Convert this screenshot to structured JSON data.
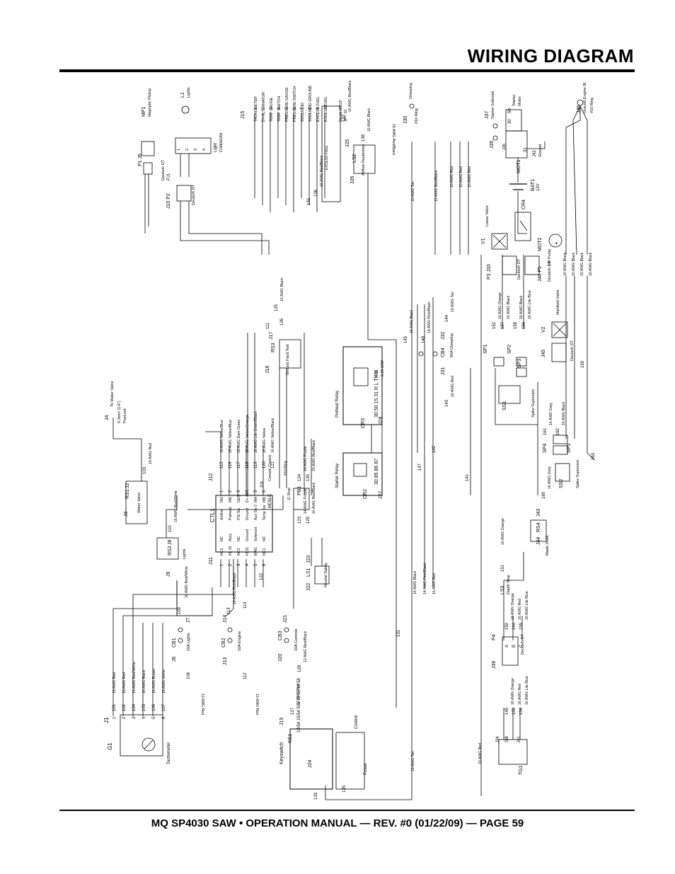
{
  "page": {
    "title": "WIRING DIAGRAM",
    "footer": "MQ SP4030 SAW • OPERATION MANUAL — REV. #0 (01/22/09) — PAGE 59"
  },
  "diagram": {
    "orientation": "rotated 90° counter-clockwise",
    "components": [
      {
        "id": "G1",
        "label": "G1",
        "sub": "Tachometer"
      },
      {
        "id": "J1",
        "label": "J1"
      },
      {
        "id": "J2",
        "label": "J2"
      },
      {
        "id": "J3",
        "label": "J3"
      },
      {
        "id": "RS1",
        "label": "RS1",
        "sub": "Water Valve"
      },
      {
        "id": "J4",
        "label": "J4",
        "sub": "To Water Valve"
      },
      {
        "id": "J4pl",
        "label": "6.3mm (1/4\")",
        "sub": "PosLock"
      },
      {
        "id": "MP1",
        "label": "MP1",
        "sub": "Magnetic Pickup"
      },
      {
        "id": "P1J5",
        "label": "P1  J5"
      },
      {
        "id": "DDT1",
        "label": "Deutsch DT"
      },
      {
        "id": "PJ1",
        "label": "PJ1"
      },
      {
        "id": "L1",
        "label": "L1",
        "sub": "Lights"
      },
      {
        "id": "LC",
        "label": "Light",
        "sub": "Connector"
      },
      {
        "id": "J10P2",
        "label": "J10  P2"
      },
      {
        "id": "DDT2",
        "label": "Deutsch DT"
      },
      {
        "id": "J15",
        "label": "J15"
      },
      {
        "id": "J30",
        "label": "J30",
        "sub": "Glowplug"
      },
      {
        "id": "RING1",
        "label": "#10 Ring"
      },
      {
        "id": "DEUTZ",
        "label": "Deutz 2011F",
        "sub": "JPT 10"
      },
      {
        "id": "J25",
        "label": "J25"
      },
      {
        "id": "LS2",
        "label": "LS2",
        "sub": "Airflow Restriction"
      },
      {
        "id": "J26",
        "label": "J26"
      },
      {
        "id": "J37",
        "label": "J37",
        "sub": "Starter Solenoid"
      },
      {
        "id": "SM",
        "label": "Starter",
        "sub": "Motor"
      },
      {
        "id": "J46",
        "label": "J46",
        "sub": "Ground Engine Bl"
      },
      {
        "id": "RING2",
        "label": "#10 Ring"
      },
      {
        "id": "J35",
        "label": "J35"
      },
      {
        "id": "J36",
        "label": "J36"
      },
      {
        "id": "MOT1",
        "label": "MOT1"
      },
      {
        "id": "J42",
        "label": "J42",
        "sub": "Ground"
      },
      {
        "id": "BAT1",
        "label": "BAT1",
        "sub": "12V"
      },
      {
        "id": "CR4",
        "label": "CR4"
      },
      {
        "id": "V1",
        "label": "V1",
        "sub": "Lower Valve"
      },
      {
        "id": "MOT2",
        "label": "MOT2",
        "sub": "Lift Pump"
      },
      {
        "id": "P3J33",
        "label": "P3  J33"
      },
      {
        "id": "J40P5",
        "label": "J40  P5"
      },
      {
        "id": "DDT3",
        "label": "Deutsch DT"
      },
      {
        "id": "DDT4",
        "label": "Deutsch DT"
      },
      {
        "id": "J9",
        "label": "J9"
      },
      {
        "id": "RS2",
        "label": "RS2",
        "sub": "Lights"
      },
      {
        "id": "J8",
        "label": "J8"
      },
      {
        "id": "J11",
        "label": "J11"
      },
      {
        "id": "CTL1",
        "label": "CTL1",
        "sub": "MC6LC"
      },
      {
        "id": "J12",
        "label": "J12"
      },
      {
        "id": "J16",
        "label": "J16",
        "sub": "Console Chassis"
      },
      {
        "id": "PB1",
        "label": "PB1",
        "sub": "E-Stop"
      },
      {
        "id": "J18",
        "label": "J18"
      },
      {
        "id": "RS3",
        "label": "RS3",
        "sub": "Ground Fault Test"
      },
      {
        "id": "J17",
        "label": "J17"
      },
      {
        "id": "CR3",
        "label": "CR3",
        "sub": "Preheat Relay"
      },
      {
        "id": "J28",
        "label": "J28"
      },
      {
        "id": "R1",
        "label": "R1",
        "sub": "2.2k 10W"
      },
      {
        "id": "CB4",
        "label": "CB4",
        "sub": "60A Glowplug"
      },
      {
        "id": "J31",
        "label": "J31"
      },
      {
        "id": "J32",
        "label": "J32"
      },
      {
        "id": "CR2",
        "label": "CR2",
        "sub": "Starter Relay"
      },
      {
        "id": "J27",
        "label": "J27"
      },
      {
        "id": "SP1",
        "label": "SP1"
      },
      {
        "id": "SP2",
        "label": "SP2"
      },
      {
        "id": "SP3",
        "label": "SP3"
      },
      {
        "id": "SS1",
        "label": "SS1",
        "sub": "Spike Supressor"
      },
      {
        "id": "V2",
        "label": "V2",
        "sub": "Manifold Valve"
      },
      {
        "id": "J45",
        "label": "J45"
      },
      {
        "id": "DDT5",
        "label": "Deutsch DT"
      },
      {
        "id": "SP4",
        "label": "SP4"
      },
      {
        "id": "SP5",
        "label": "SP5"
      },
      {
        "id": "SS2",
        "label": "SS2",
        "sub": "Spike Supressor"
      },
      {
        "id": "J43",
        "label": "J43"
      },
      {
        "id": "RS4",
        "label": "RS4",
        "sub": "Blade Shaft"
      },
      {
        "id": "J44",
        "label": "J44"
      },
      {
        "id": "J6",
        "label": "J6"
      },
      {
        "id": "CB1",
        "label": "CB1",
        "sub": "10A Lights"
      },
      {
        "id": "J7",
        "label": "J7"
      },
      {
        "id": "J13",
        "label": "J13"
      },
      {
        "id": "CB2",
        "label": "CB2",
        "sub": "10A Engine"
      },
      {
        "id": "J14",
        "label": "J14"
      },
      {
        "id": "J20",
        "label": "J20"
      },
      {
        "id": "CB3",
        "label": "CB3",
        "sub": "10A Controls"
      },
      {
        "id": "J21",
        "label": "J21"
      },
      {
        "id": "J22",
        "label": "J22"
      },
      {
        "id": "LS1",
        "label": "LS1",
        "sub": "Neutral Safety"
      },
      {
        "id": "J23",
        "label": "J23"
      },
      {
        "id": "LS3",
        "label": "LS3",
        "sub": "Depth Stop"
      },
      {
        "id": "J19",
        "label": "J19"
      },
      {
        "id": "KS1",
        "label": "KS1",
        "sub": "Keyswitch"
      },
      {
        "id": "J24",
        "label": "J24"
      },
      {
        "id": "TG1",
        "label": "TG1"
      },
      {
        "id": "J34",
        "label": "J34"
      },
      {
        "id": "J38",
        "label": "J38"
      },
      {
        "id": "J41",
        "label": "J41"
      },
      {
        "id": "J39",
        "label": "J39"
      },
      {
        "id": "P4",
        "label": "P4",
        "sub": "Deutsch DT"
      }
    ],
    "ctl1_left_pins": [
      {
        "n": "1",
        "sig": "NC3"
      },
      {
        "n": "2",
        "sig": "KL 15"
      },
      {
        "n": "3",
        "sig": "NC2"
      },
      {
        "n": "4",
        "sig": "KL31"
      },
      {
        "n": "5",
        "sig": "MAG"
      },
      {
        "n": "6",
        "sig": "NC1"
      }
    ],
    "ctl1_right_pins": [
      {
        "n": "1",
        "sig": "IN2",
        "fn": "Airflow"
      },
      {
        "n": "2",
        "sig": "IN6",
        "fn": "Preheat"
      },
      {
        "n": "3",
        "sig": "GEN",
        "fn": "PSI Sw"
      },
      {
        "n": "4",
        "sig": "D+ All",
        "fn": "Ground"
      },
      {
        "n": "5",
        "sig": "IN4",
        "fn": "Aux Sw 2"
      },
      {
        "n": "6",
        "sig": "IN5",
        "fn": "Temp Sw"
      }
    ],
    "ctl1_mid": [
      "NC",
      "Accy",
      "NC",
      "Ground",
      "Solenoid",
      "NC"
    ],
    "j15_pins": [
      {
        "n": "1",
        "label": "TACHOMETER"
      },
      {
        "n": "2",
        "label": "D+ ALTERNATOR"
      },
      {
        "n": "3",
        "label": "TEMP GAUGE"
      },
      {
        "n": "4",
        "label": "TEMP SWITCH"
      },
      {
        "n": "5",
        "label": "PRESSURE GAUGE"
      },
      {
        "n": "6",
        "label": "PRESSURE SWITCH"
      },
      {
        "n": "7",
        "label": "SOLENOID"
      },
      {
        "n": "8",
        "label": "SOLENOID GROUND"
      },
      {
        "n": "9",
        "label": "EXCESS FUEL"
      },
      {
        "n": "10",
        "label": "EXCESS FUEL"
      }
    ],
    "wires": [
      {
        "id": "101",
        "gauge": "16 AWG Red"
      },
      {
        "id": "102",
        "gauge": "16 AWG Red"
      },
      {
        "id": "104",
        "gauge": "16 AWG Red/White"
      },
      {
        "id": "105",
        "gauge": "16 AWG Black"
      },
      {
        "id": "106",
        "gauge": "16 AWG Brown"
      },
      {
        "id": "107",
        "gauge": "16 AWG White"
      },
      {
        "id": "103",
        "gauge": "16 AWG Red"
      },
      {
        "id": "110",
        "gauge": "16 AWG Red/White"
      },
      {
        "id": "109",
        "gauge": "16 AWG Red/White"
      },
      {
        "id": "113",
        "gauge": "14 AWG Pink/Black"
      },
      {
        "id": "108",
        "gauge": "12 AWG Red"
      },
      {
        "id": "112",
        "gauge": "12 AWG Red"
      },
      {
        "id": "127",
        "gauge": "12 AWG Red"
      },
      {
        "id": "128",
        "gauge": "12 AWG Red/Black"
      },
      {
        "id": "115",
        "gauge": "16 AWG Yellow/Blue"
      },
      {
        "id": "116",
        "gauge": "16 AWG Yellow/Blue"
      },
      {
        "id": "117",
        "gauge": "16 AWG Dark Green"
      },
      {
        "id": "118",
        "gauge": "16 AWG Yellow/Orange"
      },
      {
        "id": "119",
        "gauge": "16 AWG Lite Green/Black"
      },
      {
        "id": "120",
        "gauge": "16 AWG Yellow"
      },
      {
        "id": "121",
        "gauge": "16 AWG Yellow/Black"
      },
      {
        "id": "124",
        "gauge": "14 AWG Purple"
      },
      {
        "id": "130",
        "gauge": "16 AWG Red/Black"
      },
      {
        "id": "123",
        "gauge": "14 AWG Purple"
      },
      {
        "id": "129",
        "gauge": "16 AWG Red/Black"
      },
      {
        "id": "125",
        "gauge": "16 AWG Black"
      },
      {
        "id": "136",
        "gauge": "16 AWG Red/Black"
      },
      {
        "id": "138",
        "gauge": "16 AWG Black"
      },
      {
        "id": "137",
        "gauge": "16 AWG Red/Black"
      },
      {
        "id": "144",
        "gauge": "10 AWG Tan"
      },
      {
        "id": "145",
        "gauge": "16 AWG Black"
      },
      {
        "id": "148",
        "gauge": "14 AWG Pink/Black"
      },
      {
        "id": "143",
        "gauge": "10 AWG Red"
      },
      {
        "id": "152",
        "gauge": "16 AWG Orange"
      },
      {
        "id": "157",
        "gauge": "16 AWG Black"
      },
      {
        "id": "158",
        "gauge": "16 AWG Black"
      },
      {
        "id": "156",
        "gauge": "16 AWG Lite Blue"
      },
      {
        "id": "161",
        "gauge": "16 AWG Grey"
      },
      {
        "id": "162",
        "gauge": "16 AWG Black"
      },
      {
        "id": "160",
        "gauge": "16 AWG Grey"
      },
      {
        "id": "150",
        "gauge": "16 AWG Orange"
      },
      {
        "id": "140",
        "gauge": "16 AWG Red"
      },
      {
        "id": "155",
        "gauge": "16 AWG Lite Blue"
      },
      {
        "id": "149",
        "gauge": "16 AWG Orange"
      },
      {
        "id": "153",
        "gauge": "16 AWG Red"
      },
      {
        "id": "154",
        "gauge": "16 AWG Lite Blue"
      }
    ],
    "misc_labels": {
      "relay_cr3_pins": "30 50 15 31 R L TK H",
      "relay_cr2_pins": "30 85 86 87",
      "ks1_pins": "15/54  15/54  50a  19  19  10  58",
      "control": "Control",
      "power": "Power",
      "wire_131": "131",
      "wire_141": "141",
      "wire_142": "142",
      "wire_147": "147",
      "wire_159": "159",
      "wire_163": "163",
      "wire_151": "151",
      "wire_122": "122",
      "wire_114": "114",
      "wire_111": "111",
      "wire_126": "126",
      "wire_132": "132",
      "wire_133": "133",
      "wire_135": "135",
      "wire_139": "16 AWG Red/Black",
      "tan_10": "10 AWG Tan",
      "red_10": "10 AWG Red",
      "red_12": "12 AWG Red/Black",
      "awg_tan_16": "16 AWG Tan",
      "awg_black_16": "16 AWG Black",
      "awg_red_16": "16 AWG Red",
      "awg_pinkblack_14": "14 AWG Pink/Black",
      "awg_orange_16": "16 AWG Orange",
      "ring_label": "#10 Ring",
      "ring_tag": "#10 Ring",
      "j15_label_excess": "EXCESS FUEL"
    }
  }
}
